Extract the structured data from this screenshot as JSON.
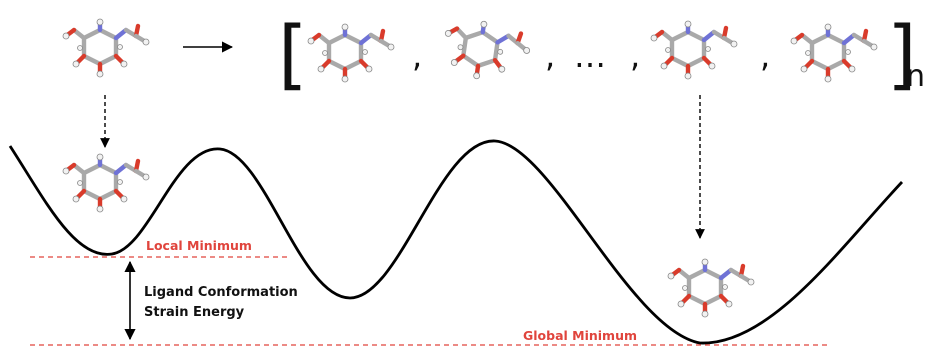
{
  "labels": {
    "local_minimum": "Local Minimum",
    "global_minimum": "Global Minimum",
    "strain_line1": "Ligand Conformation",
    "strain_line2": "Strain Energy"
  },
  "ensemble": {
    "open_bracket": "[",
    "close_bracket": "]",
    "subscript": "n",
    "comma": ",",
    "ellipsis": "…"
  },
  "colors": {
    "curve": "#000000",
    "minimum_label": "#e0443c",
    "reference_line": "#e0443c",
    "carbon": "#a9a9a9",
    "nitrogen": "#6f72d6",
    "oxygen": "#d93b2b",
    "hydrogen": "#f2f2f2"
  }
}
